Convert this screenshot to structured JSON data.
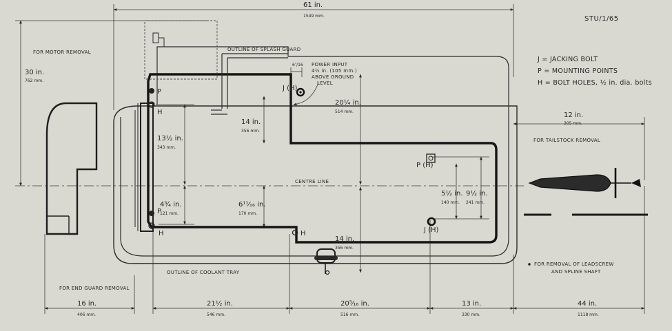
{
  "reference": "STU/1/65",
  "legend": [
    "J = JACKING BOLT",
    "P = MOUNTING POINTS",
    "H = BOLT HOLES, ½ in. dia. bolts"
  ],
  "labels": {
    "splash_guard": "OUTLINE OF SPLASH GUARD",
    "coolant_tray": "OUTLINE OF COOLANT TRAY",
    "motor_removal": "FOR MOTOR REMOVAL",
    "tailstock_removal": "FOR TAILSTOCK REMOVAL",
    "end_guard_removal": "FOR END GUARD REMOVAL",
    "leadscrew_removal_1": "FOR REMOVAL OF LEADSCREW",
    "leadscrew_removal_2": "AND SPLINE SHAFT",
    "centre_line": "CENTRE LINE",
    "power_input_1": "POWER INPUT",
    "power_input_2": "4½ in. (105 mm.)",
    "power_input_3": "ABOVE GROUND",
    "power_input_4": "LEVEL",
    "power_offset": "6″/16",
    "j_h_top": "J (H)",
    "j_h_bottom": "J (H)",
    "p_h_right": "P (H)",
    "p_top": "P",
    "h_top": "H",
    "p_bottom": "P",
    "h_bottom": "H",
    "h_mid": "H"
  },
  "dimensions": {
    "d61": {
      "imperial": "61 in.",
      "metric": "1549 mm."
    },
    "d30": {
      "imperial": "30 in.",
      "metric": "762 mm."
    },
    "d13_half": {
      "imperial": "13½ in.",
      "metric": "343 mm."
    },
    "d4_3q": {
      "imperial": "4¾ in.",
      "metric": "121 mm."
    },
    "d14_upper": {
      "imperial": "14 in.",
      "metric": "356 mm."
    },
    "d6_11_16": {
      "imperial": "6¹¹⁄₁₆ in.",
      "metric": "170 mm."
    },
    "d20_quarter": {
      "imperial": "20¼ in.",
      "metric": "514 mm."
    },
    "d14_lower": {
      "imperial": "14 in.",
      "metric": "356 mm."
    },
    "d12": {
      "imperial": "12 in.",
      "metric": "305 mm."
    },
    "d5_half": {
      "imperial": "5½ in.",
      "metric": "140 mm."
    },
    "d9_half": {
      "imperial": "9½ in.",
      "metric": "241 mm."
    },
    "d16": {
      "imperial": "16 in.",
      "metric": "406 mm."
    },
    "d21_half": {
      "imperial": "21½ in.",
      "metric": "546 mm."
    },
    "d20_5_16": {
      "imperial": "20⁵⁄₁₆ in.",
      "metric": "516 mm."
    },
    "d13": {
      "imperial": "13 in.",
      "metric": "330 mm."
    },
    "d44": {
      "imperial": "44 in.",
      "metric": "1118 mm."
    }
  }
}
